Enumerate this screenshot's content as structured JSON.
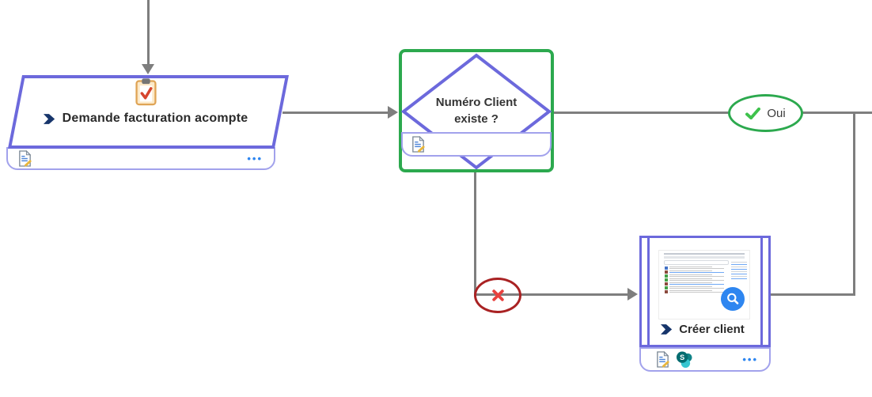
{
  "colors": {
    "purple": "#6C69DC",
    "light-purple": "#A2A2EC",
    "green": "#2CA94E",
    "check-green": "#3EC24C",
    "line-gray": "#7E7E7E",
    "dark-red": "#A92223",
    "cross-red": "#E8413E",
    "link-blue": "#2E86F0",
    "pa-navy": "#17356B",
    "text-dark": "#2F2F2F"
  },
  "nodes": {
    "demande": {
      "label": "Demande facturation acompte",
      "more_label": "•••"
    },
    "decision": {
      "label_lines": [
        "Numéro Client",
        "existe ?"
      ]
    },
    "oui": {
      "label": "Oui"
    },
    "creer": {
      "label": "Créer client",
      "more_label": "•••",
      "thumbnail_markers": [
        "#4472C4",
        "#8A4A3C",
        "#43A047",
        "#43A047",
        "#8A4A3C",
        "#43A047",
        "#8A4A3C"
      ]
    }
  }
}
